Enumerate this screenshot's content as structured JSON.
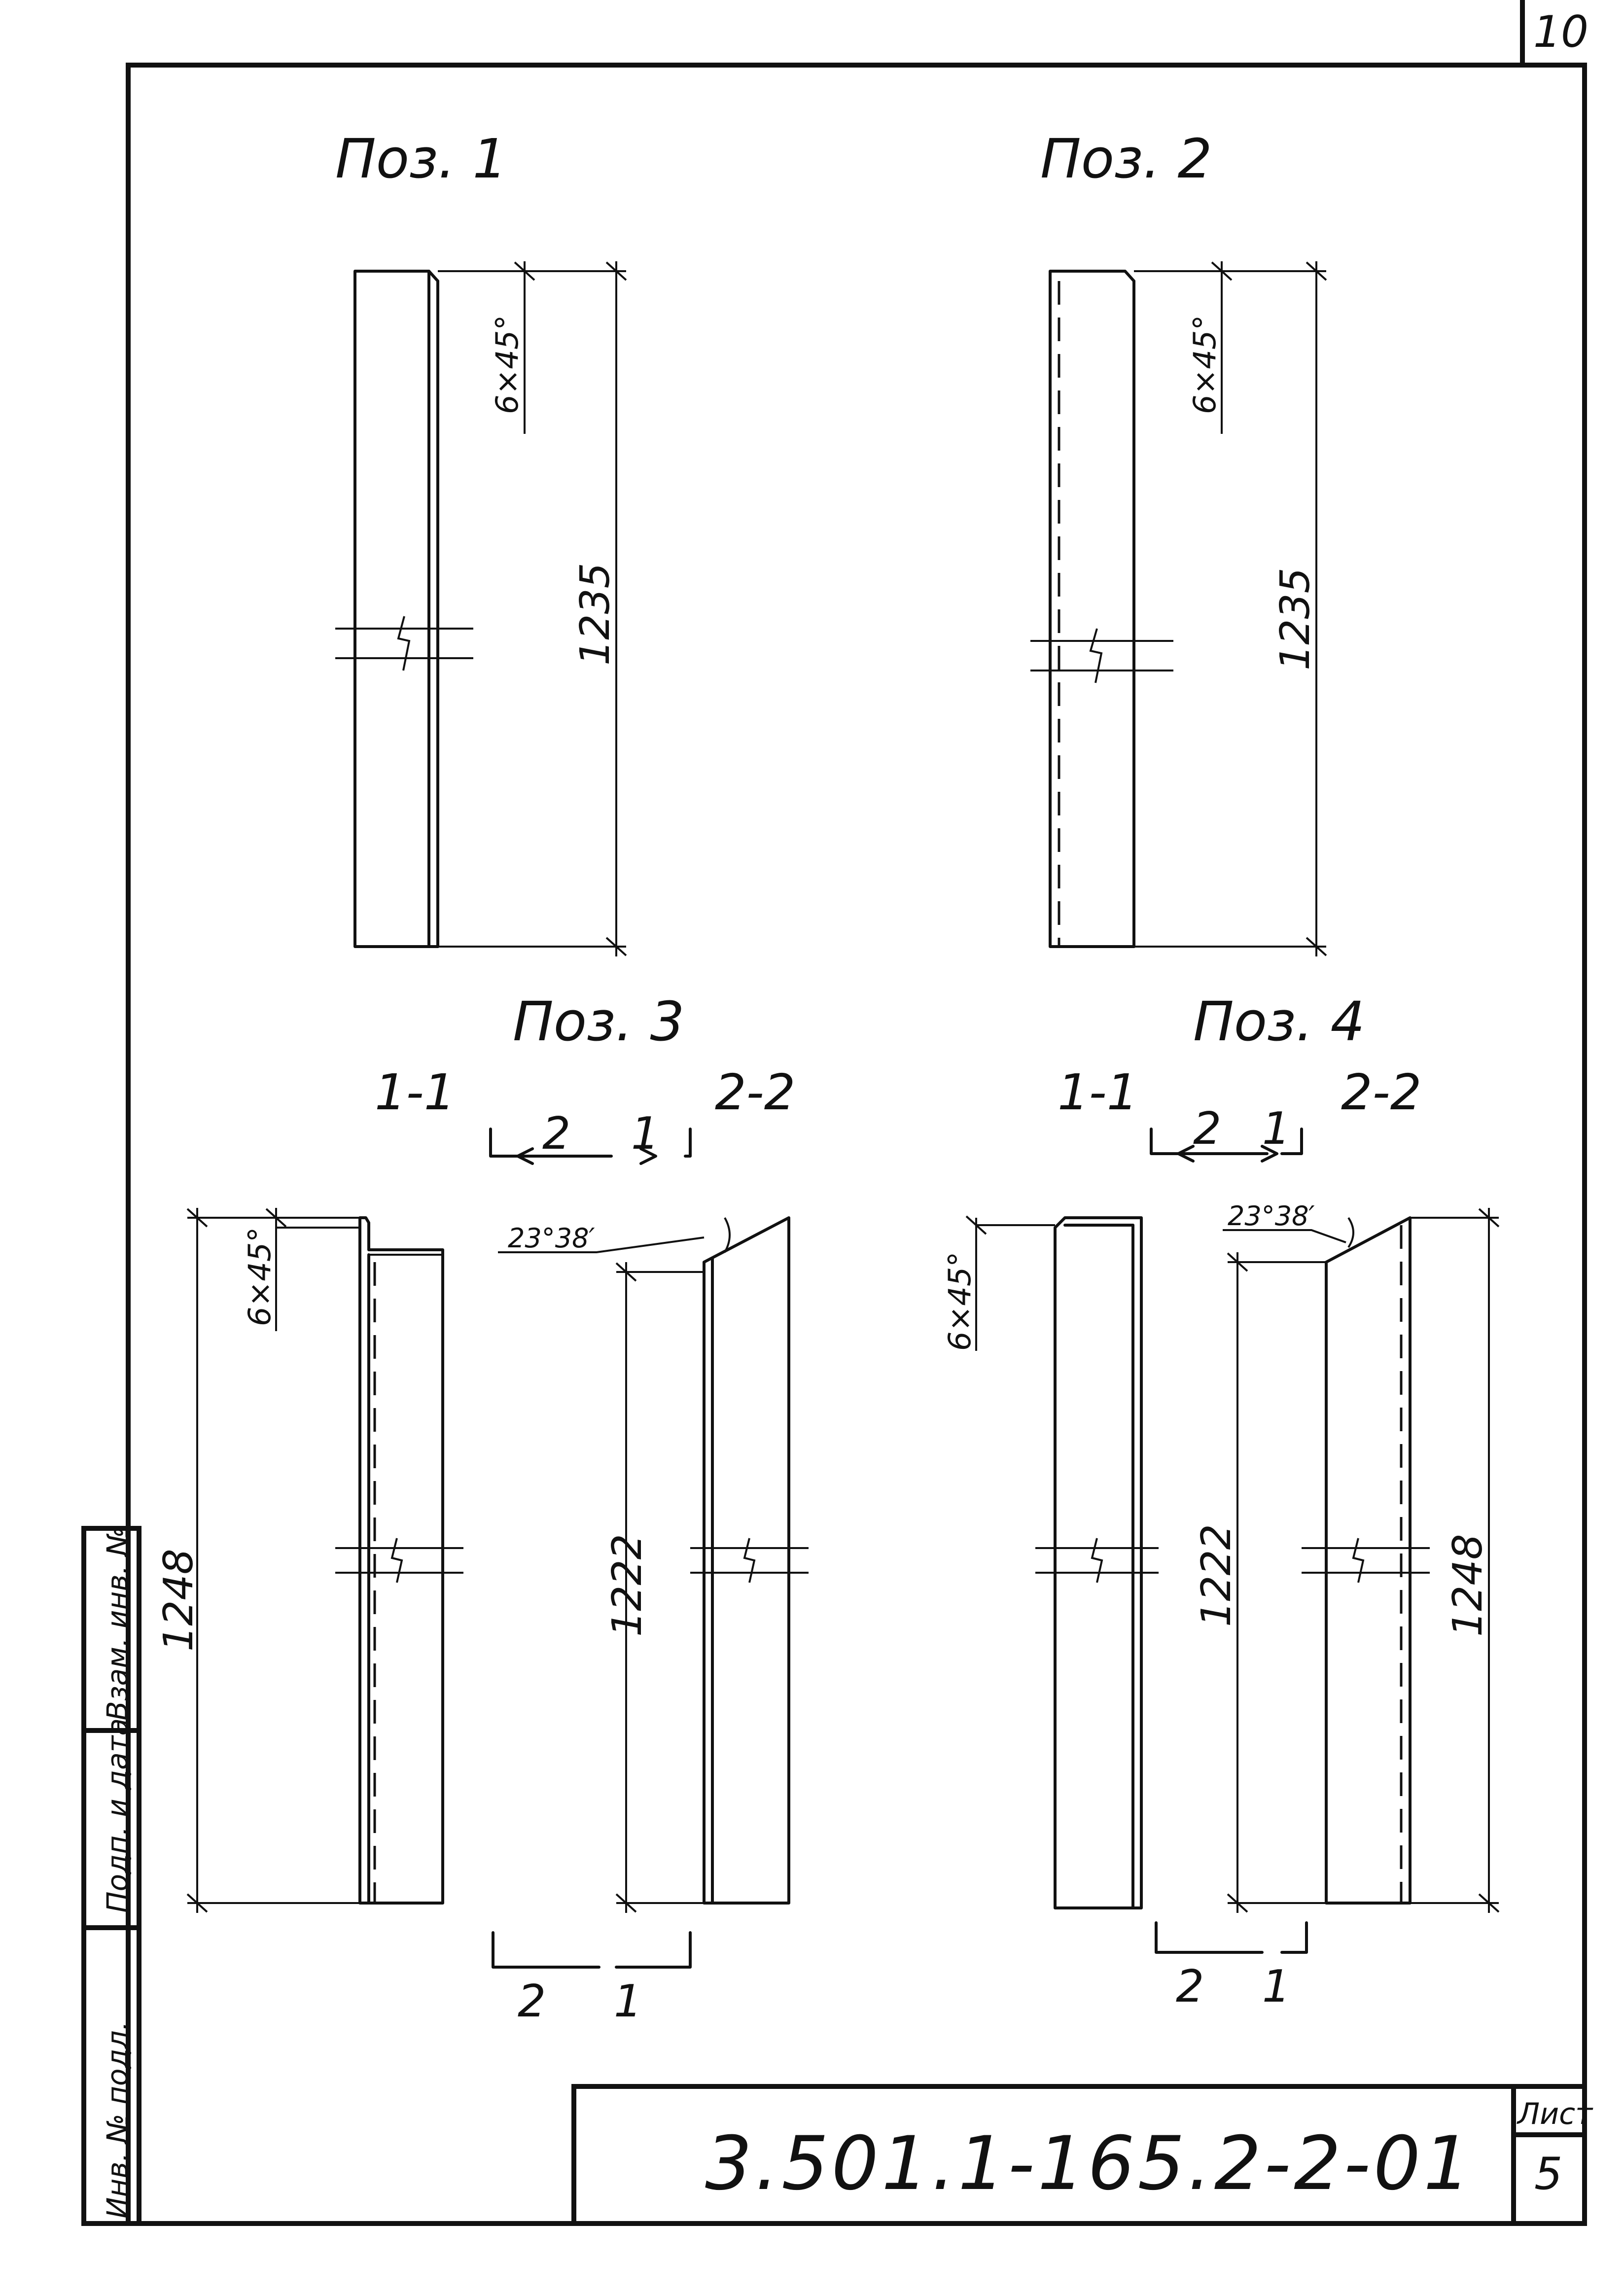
{
  "sheet": {
    "top_number": "10",
    "code": "3.501.1-165.2-2-01",
    "list_label": "Лист",
    "list_number": "5"
  },
  "side_stamp": {
    "inv_no": "Инв. № подл.",
    "sign_date": "Подп. и дата",
    "vzam_inv": "Взам. инв. №"
  },
  "pos1": {
    "title": "Поз. 1",
    "chamfer": "6×45°",
    "length": "1235"
  },
  "pos2": {
    "title": "Поз. 2",
    "chamfer": "6×45°",
    "length": "1235"
  },
  "pos3": {
    "title": "Поз. 3",
    "sec11": "1-1",
    "sec22": "2-2",
    "chamfer": "6×45°",
    "angle": "23°38′",
    "len_long": "1248",
    "len_short": "1222",
    "cut_2": "2",
    "cut_1": "1"
  },
  "pos4": {
    "title": "Поз. 4",
    "sec11": "1-1",
    "sec22": "2-2",
    "chamfer": "6×45°",
    "angle": "23°38′",
    "len_long": "1248",
    "len_short": "1222",
    "cut_2": "2",
    "cut_1": "1"
  }
}
